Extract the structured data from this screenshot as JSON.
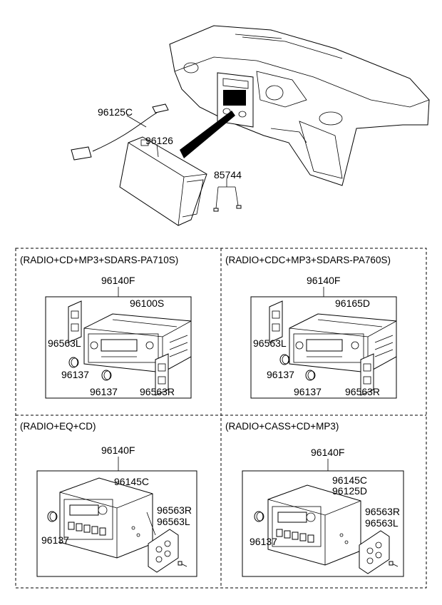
{
  "top": {
    "labels": {
      "p96125c": "96125C",
      "p96126": "96126",
      "p85744": "85744"
    }
  },
  "sections": [
    {
      "title": "(RADIO+CD+MP3+SDARS-PA710S)",
      "assembly": "96140F",
      "unit": "96100S",
      "bracket_l": "96563L",
      "knob_a": "96137",
      "knob_b": "96137",
      "bracket_r": "96563R"
    },
    {
      "title": "(RADIO+CDC+MP3+SDARS-PA760S)",
      "assembly": "96140F",
      "unit": "96165D",
      "bracket_l": "96563L",
      "knob_a": "96137",
      "knob_b": "96137",
      "bracket_r": "96563R"
    },
    {
      "title": "(RADIO+EQ+CD)",
      "assembly": "96140F",
      "unit": "96145C",
      "bracket_r": "96563R",
      "bracket_l": "96563L",
      "knob": "96137"
    },
    {
      "title": "(RADIO+CASS+CD+MP3)",
      "assembly": "96140F",
      "unit": "96145C",
      "unit2": "96125D",
      "bracket_r": "96563R",
      "bracket_l": "96563L",
      "knob": "96137"
    }
  ]
}
